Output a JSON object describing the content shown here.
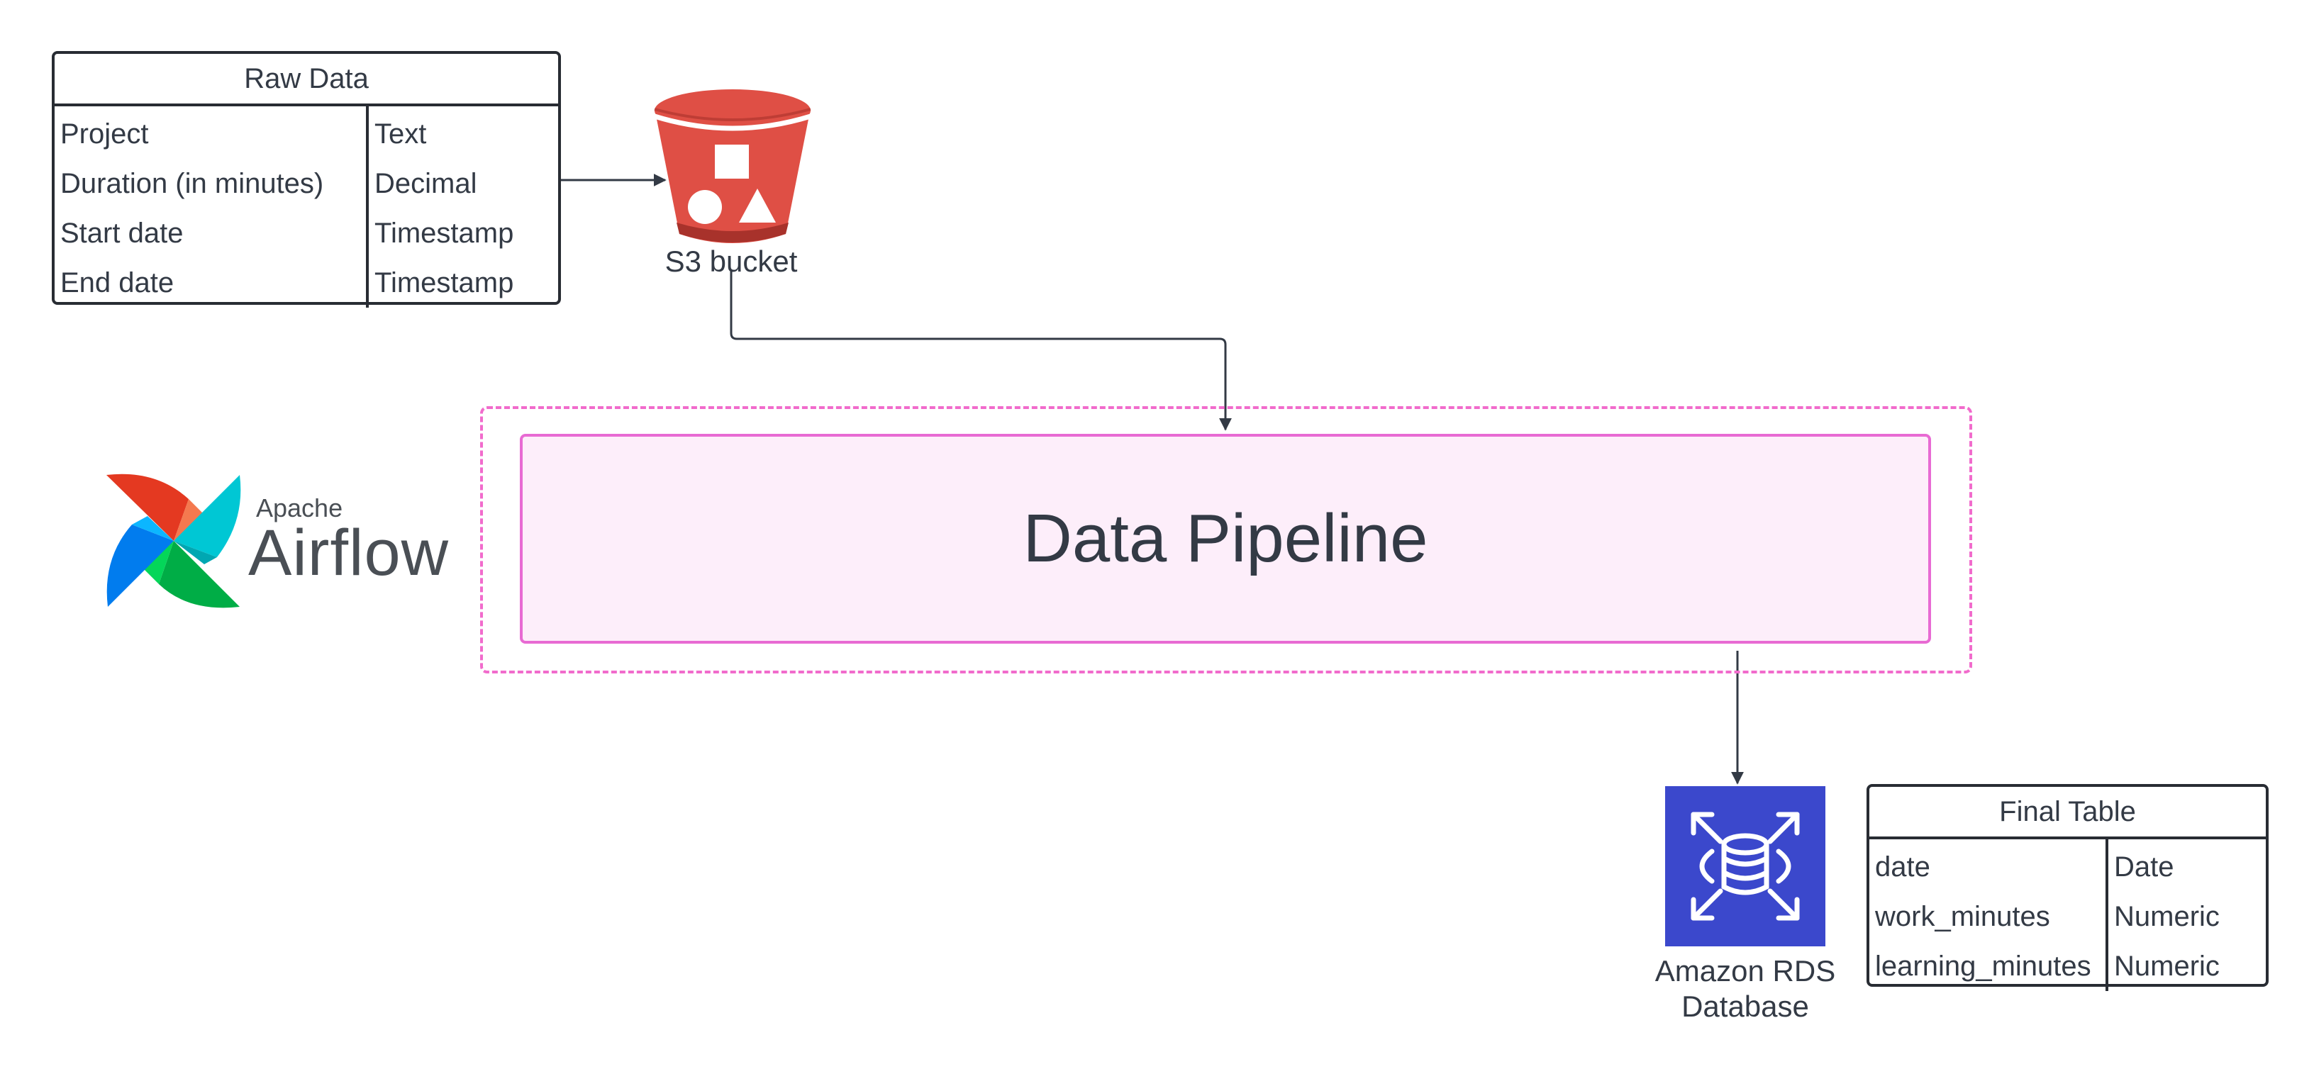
{
  "raw_table": {
    "title": "Raw Data",
    "fields": [
      "Project",
      "Duration (in minutes)",
      "Start date",
      "End date"
    ],
    "types": [
      "Text",
      "Decimal",
      "Timestamp",
      "Timestamp"
    ]
  },
  "s3": {
    "label": "S3 bucket",
    "color": "#df4f45"
  },
  "pipeline": {
    "title": "Data Pipeline",
    "fill": "#fdeefa",
    "border": "#e86ad3"
  },
  "airflow": {
    "line1": "Apache",
    "line2": "Airflow"
  },
  "rds": {
    "label_line1": "Amazon RDS",
    "label_line2": "Database",
    "color": "#3b48cc"
  },
  "final_table": {
    "title": "Final Table",
    "fields": [
      "date",
      "work_minutes",
      "learning_minutes"
    ],
    "types": [
      "Date",
      "Numeric",
      "Numeric"
    ]
  }
}
